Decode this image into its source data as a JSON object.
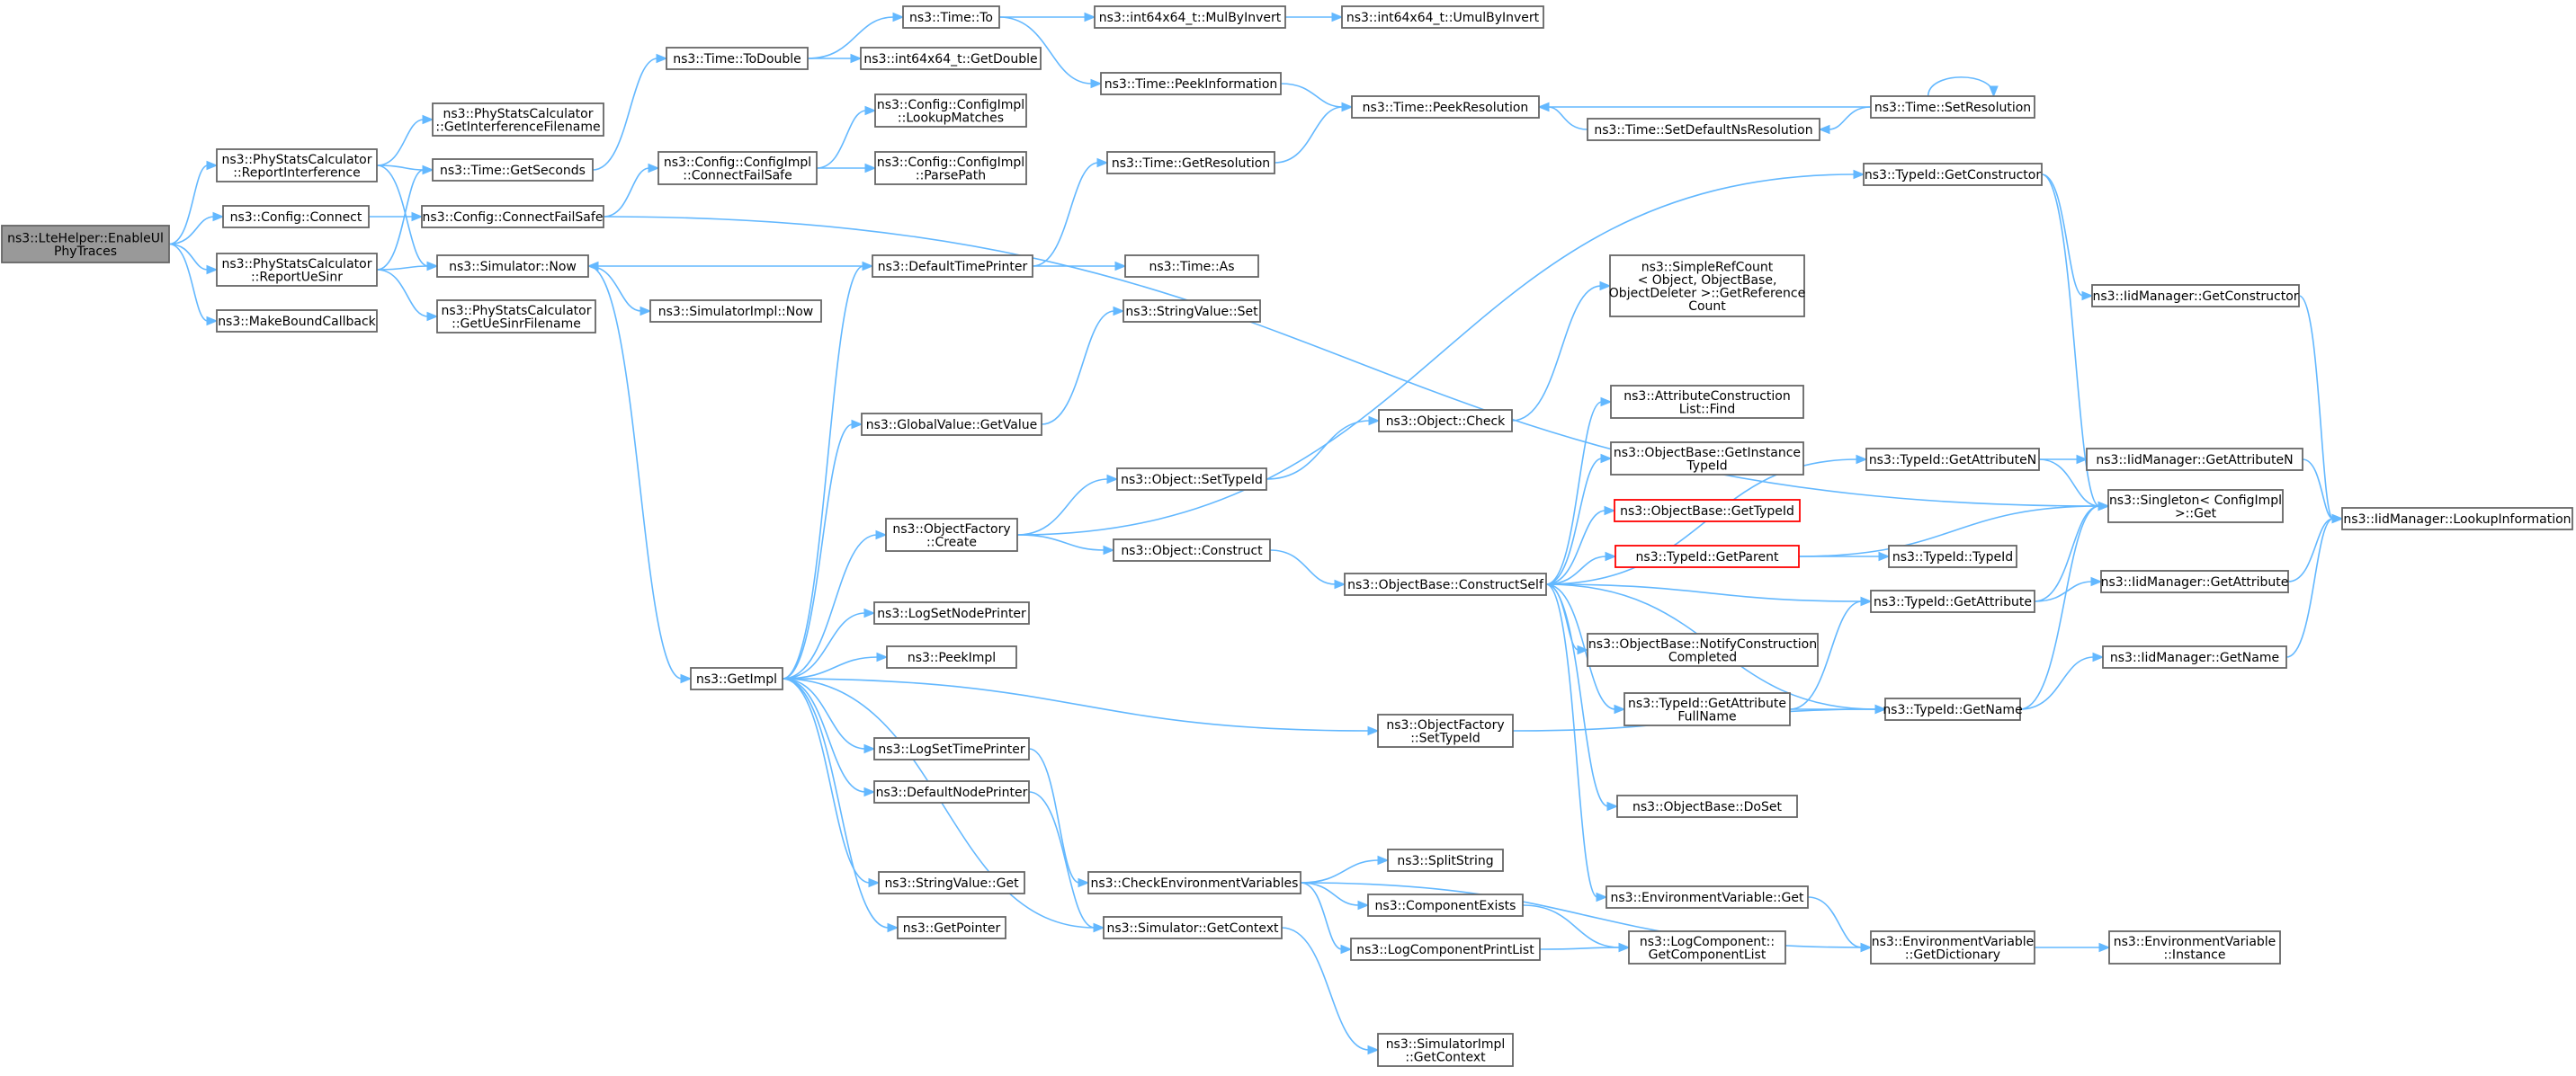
{
  "colors": {
    "edge": "#63b8ff",
    "box_border": "#666666",
    "root_fill": "#999999",
    "highlight_border": "#ff0000"
  },
  "nodes": {
    "root": {
      "lines": [
        "ns3::LteHelper::EnableUl",
        "PhyTraces"
      ]
    },
    "report_interference": {
      "lines": [
        "ns3::PhyStatsCalculator",
        "::ReportInterference"
      ]
    },
    "config_connect": {
      "lines": [
        "ns3::Config::Connect"
      ]
    },
    "report_ue_sinr": {
      "lines": [
        "ns3::PhyStatsCalculator",
        "::ReportUeSinr"
      ]
    },
    "make_bound_callback": {
      "lines": [
        "ns3::MakeBoundCallback"
      ]
    },
    "get_interference_filename": {
      "lines": [
        "ns3::PhyStatsCalculator",
        "::GetInterferenceFilename"
      ]
    },
    "time_get_seconds": {
      "lines": [
        "ns3::Time::GetSeconds"
      ]
    },
    "connect_fail_safe": {
      "lines": [
        "ns3::Config::ConnectFailSafe"
      ]
    },
    "simulator_now": {
      "lines": [
        "ns3::Simulator::Now"
      ]
    },
    "get_ue_sinr_filename": {
      "lines": [
        "ns3::PhyStatsCalculator",
        "::GetUeSinrFilename"
      ]
    },
    "time_to_double": {
      "lines": [
        "ns3::Time::ToDouble"
      ]
    },
    "config_impl_connect_fail_safe": {
      "lines": [
        "ns3::Config::ConfigImpl",
        "::ConnectFailSafe"
      ]
    },
    "simulator_impl_now": {
      "lines": [
        "ns3::SimulatorImpl::Now"
      ]
    },
    "get_impl": {
      "lines": [
        "ns3::GetImpl"
      ]
    },
    "time_to": {
      "lines": [
        "ns3::Time::To"
      ]
    },
    "int64_get_double": {
      "lines": [
        "ns3::int64x64_t::GetDouble"
      ]
    },
    "lookup_matches": {
      "lines": [
        "ns3::Config::ConfigImpl",
        "::LookupMatches"
      ]
    },
    "parse_path": {
      "lines": [
        "ns3::Config::ConfigImpl",
        "::ParsePath"
      ]
    },
    "default_time_printer": {
      "lines": [
        "ns3::DefaultTimePrinter"
      ]
    },
    "global_value_get_value": {
      "lines": [
        "ns3::GlobalValue::GetValue"
      ]
    },
    "object_factory_create": {
      "lines": [
        "ns3::ObjectFactory",
        "::Create"
      ]
    },
    "log_set_node_printer": {
      "lines": [
        "ns3::LogSetNodePrinter"
      ]
    },
    "peek_impl": {
      "lines": [
        "ns3::PeekImpl"
      ]
    },
    "log_set_time_printer": {
      "lines": [
        "ns3::LogSetTimePrinter"
      ]
    },
    "default_node_printer": {
      "lines": [
        "ns3::DefaultNodePrinter"
      ]
    },
    "string_value_get": {
      "lines": [
        "ns3::StringValue::Get"
      ]
    },
    "get_pointer": {
      "lines": [
        "ns3::GetPointer"
      ]
    },
    "mul_by_invert": {
      "lines": [
        "ns3::int64x64_t::MulByInvert"
      ]
    },
    "umul_by_invert": {
      "lines": [
        "ns3::int64x64_t::UmulByInvert"
      ]
    },
    "peek_information": {
      "lines": [
        "ns3::Time::PeekInformation"
      ]
    },
    "get_resolution": {
      "lines": [
        "ns3::Time::GetResolution"
      ]
    },
    "time_as": {
      "lines": [
        "ns3::Time::As"
      ]
    },
    "string_value_set": {
      "lines": [
        "ns3::StringValue::Set"
      ]
    },
    "object_set_type_id": {
      "lines": [
        "ns3::Object::SetTypeId"
      ]
    },
    "object_construct": {
      "lines": [
        "ns3::Object::Construct"
      ]
    },
    "check_environment_variables": {
      "lines": [
        "ns3::CheckEnvironmentVariables"
      ]
    },
    "simulator_get_context": {
      "lines": [
        "ns3::Simulator::GetContext"
      ]
    },
    "peek_resolution": {
      "lines": [
        "ns3::Time::PeekResolution"
      ]
    },
    "set_default_ns_resolution": {
      "lines": [
        "ns3::Time::SetDefaultNsResolution"
      ]
    },
    "set_resolution": {
      "lines": [
        "ns3::Time::SetResolution"
      ]
    },
    "simple_ref_count": {
      "lines": [
        "ns3::SimpleRefCount",
        "< Object, ObjectBase,",
        "ObjectDeleter >::GetReference",
        "Count"
      ]
    },
    "object_check": {
      "lines": [
        "ns3::Object::Check"
      ]
    },
    "construct_self": {
      "lines": [
        "ns3::ObjectBase::ConstructSelf"
      ]
    },
    "object_factory_set_type_id": {
      "lines": [
        "ns3::ObjectFactory",
        "::SetTypeId"
      ]
    },
    "split_string": {
      "lines": [
        "ns3::SplitString"
      ]
    },
    "component_exists": {
      "lines": [
        "ns3::ComponentExists"
      ]
    },
    "log_component_print_list": {
      "lines": [
        "ns3::LogComponentPrintList"
      ]
    },
    "simulator_impl_get_context": {
      "lines": [
        "ns3::SimulatorImpl",
        "::GetContext"
      ]
    },
    "attribute_construction_list_find": {
      "lines": [
        "ns3::AttributeConstruction",
        "List::Find"
      ]
    },
    "get_instance_type_id": {
      "lines": [
        "ns3::ObjectBase::GetInstance",
        "TypeId"
      ]
    },
    "object_base_get_type_id": {
      "lines": [
        "ns3::ObjectBase::GetTypeId"
      ]
    },
    "type_id_get_parent": {
      "lines": [
        "ns3::TypeId::GetParent"
      ]
    },
    "notify_construction_completed": {
      "lines": [
        "ns3::ObjectBase::NotifyConstruction",
        "Completed"
      ]
    },
    "get_attribute_full_name": {
      "lines": [
        "ns3::TypeId::GetAttribute",
        "FullName"
      ]
    },
    "object_base_do_set": {
      "lines": [
        "ns3::ObjectBase::DoSet"
      ]
    },
    "environment_variable_get": {
      "lines": [
        "ns3::EnvironmentVariable::Get"
      ]
    },
    "get_component_list": {
      "lines": [
        "ns3::LogComponent::",
        "GetComponentList"
      ]
    },
    "type_id_get_constructor": {
      "lines": [
        "ns3::TypeId::GetConstructor"
      ]
    },
    "type_id_get_attribute_n": {
      "lines": [
        "ns3::TypeId::GetAttributeN"
      ]
    },
    "type_id_type_id": {
      "lines": [
        "ns3::TypeId::TypeId"
      ]
    },
    "type_id_get_attribute": {
      "lines": [
        "ns3::TypeId::GetAttribute"
      ]
    },
    "type_id_get_name": {
      "lines": [
        "ns3::TypeId::GetName"
      ]
    },
    "get_dictionary": {
      "lines": [
        "ns3::EnvironmentVariable",
        "::GetDictionary"
      ]
    },
    "singleton_get": {
      "lines": [
        "ns3::Singleton< ConfigImpl",
        ">::Get"
      ]
    },
    "iid_get_constructor": {
      "lines": [
        "ns3::IidManager::GetConstructor"
      ]
    },
    "iid_get_attribute_n": {
      "lines": [
        "ns3::IidManager::GetAttributeN"
      ]
    },
    "iid_get_attribute": {
      "lines": [
        "ns3::IidManager::GetAttribute"
      ]
    },
    "iid_get_name": {
      "lines": [
        "ns3::IidManager::GetName"
      ]
    },
    "environment_variable_instance": {
      "lines": [
        "ns3::EnvironmentVariable",
        "::Instance"
      ]
    },
    "iid_lookup_information": {
      "lines": [
        "ns3::IidManager::LookupInformation"
      ]
    }
  }
}
